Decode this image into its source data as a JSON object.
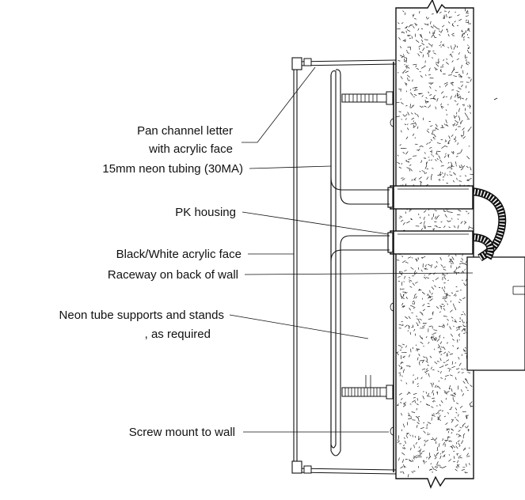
{
  "labels": [
    {
      "id": "channel-letter",
      "lines": [
        "Pan channel letter",
        "with acrylic face"
      ]
    },
    {
      "id": "neon-tubing",
      "lines": [
        "15mm neon tubing (30MA)"
      ]
    },
    {
      "id": "pk-housing",
      "lines": [
        "PK housing"
      ]
    },
    {
      "id": "acrylic-face",
      "lines": [
        "Black/White acrylic face"
      ]
    },
    {
      "id": "raceway",
      "lines": [
        "Raceway on back of wall"
      ]
    },
    {
      "id": "tube-supports",
      "lines": [
        "Neon tube supports and stands",
        ", as required"
      ]
    },
    {
      "id": "screw-mount",
      "lines": [
        "Screw mount to wall"
      ]
    }
  ]
}
